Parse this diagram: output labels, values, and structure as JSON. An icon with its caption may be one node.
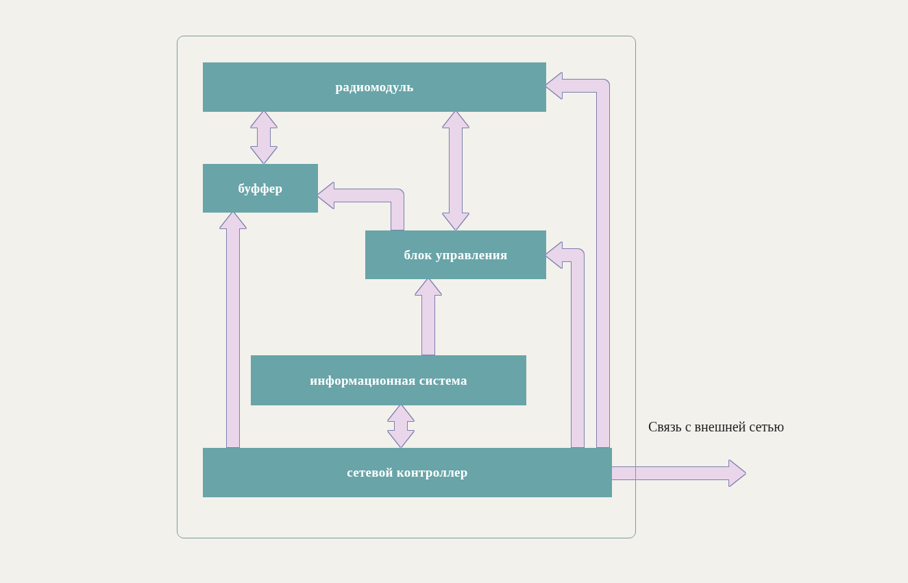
{
  "diagram": {
    "nodes": [
      {
        "text": [],
        "shape": "box"
      },
      {
        "text": [
          "радиомодуль"
        ],
        "in": 0
      },
      {
        "text": [
          "буффер"
        ],
        "in": 0
      },
      {
        "text": [
          "блок управления"
        ],
        "in": 0
      },
      {
        "text": [
          "информационная система"
        ],
        "in": 0
      },
      {
        "text": [
          "сетевой контроллер"
        ],
        "in": 0
      }
    ],
    "edges": [
      {
        "from": 1,
        "to": 2,
        "arrow": "both"
      },
      {
        "from": 1,
        "to": 3,
        "arrow": "both"
      },
      {
        "from": 3,
        "to": 2,
        "arrow": "to"
      },
      {
        "from": 5,
        "to": 2,
        "arrow": "to"
      },
      {
        "from": 4,
        "to": 3,
        "arrow": "to"
      },
      {
        "from": 4,
        "to": 5,
        "arrow": "both"
      },
      {
        "from": 5,
        "to": 3,
        "arrow": "to"
      },
      {
        "from": 5,
        "to": 1,
        "arrow": "to"
      },
      {
        "from": 5,
        "to": null,
        "arrow": "to",
        "label": "Связь с внешней сетью"
      }
    ]
  }
}
